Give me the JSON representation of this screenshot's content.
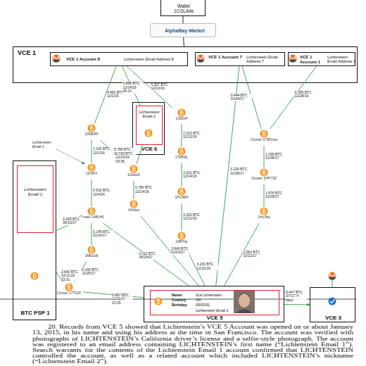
{
  "diagram": {
    "caption": "20. Records from VCE 5 showed that Lichtenstein’s VCE 5 Account was opened on or about January 13, 2015, in his name and using his address at the time in San Francisco. The account was verified with photographs of LICHTENSTEIN’s California driver’s license and a selfie-style photograph. The account was registered to an email address containing LICHTENSTEIN’s first name (“Lichtenstein Email 1”). Search warrants for the contents of the Lichtenstein Email 1 account confirmed that LICHTENSTEIN controlled the account, as well as a related account which included LICHTENSTEIN’s nickname (“Lichtenstein Email 2”).",
    "nodes": [
      {
        "text": [
          "Wallet 1CGLA4s"
        ]
      },
      {
        "text": [
          "AlphaBay Market"
        ]
      },
      {
        "text": [
          "VCE 1"
        ]
      },
      {
        "text": [
          "VCE 1 Account 8",
          "Lichtenstein Email Address 8"
        ],
        "in": 2
      },
      {
        "text": [
          "VCE 1 Account 7",
          "Lichtenstein Email Address 7"
        ],
        "in": 2
      },
      {
        "text": [
          "VCE 1 Account 1",
          "Lichtenstein Email Address 1"
        ],
        "in": 2
      },
      {
        "text": [
          "VCE 6"
        ]
      },
      {
        "text": [
          "Lichtenstein Email 2"
        ],
        "in": 6
      },
      {
        "text": [
          "12DE4N"
        ]
      },
      {
        "text": [
          "1J9SeP"
        ]
      },
      {
        "text": [
          "Cluster 17WGsw"
        ]
      },
      {
        "text": [
          "17Wh9L"
        ]
      },
      {
        "text": [
          "13rSFh"
        ]
      },
      {
        "text": [
          "1GkbeZ"
        ]
      },
      {
        "text": [
          "Cluster 1HPY5Z"
        ]
      },
      {
        "text": [
          "1PLH6H"
        ]
      },
      {
        "text": [
          "1KbIpe"
        ]
      },
      {
        "text": [
          "BTC PSP 1"
        ]
      },
      {
        "text": [
          "Lichtenstein Email 1"
        ],
        "in": 17
      },
      {
        "text": [
          "Cluster 148LH5"
        ]
      },
      {
        "text": [
          "1HvJbq"
        ]
      },
      {
        "text": [
          "1MFTip"
        ]
      },
      {
        "text": [
          "1MbGdb"
        ]
      },
      {
        "text": [
          "Cluster 17T32F"
        ]
      },
      {
        "text": [
          "VCE 5"
        ]
      },
      {
        "text": [
          "Name:",
          "Country:",
          "Birthday:",
          "Ilya Lichtenstein",
          "US",
          "05/03/91",
          "Lichtenstein Email 1"
        ],
        "in": 24
      },
      {
        "text": [
          "VCE 3"
        ]
      }
    ],
    "edges": [
      {
        "from": 0,
        "to": 1,
        "arrow": "none"
      },
      {
        "from": 1,
        "to": 2,
        "arrow": "none"
      },
      {
        "from": 3,
        "to": 8,
        "arrow": "none",
        "label": "4.462 BTC 12/1/16"
      },
      {
        "from": 8,
        "to": 12,
        "arrow": "none",
        "label": "1.142 BTC 12/1/16"
      },
      {
        "from": 8,
        "to": 13,
        "arrow": "none",
        "label": "5.758 BTC 12/1/16"
      },
      {
        "from": 3,
        "to": 7,
        "arrow": "none",
        "label": "1.666 BTC 12/14/16 06:13"
      },
      {
        "from": 13,
        "to": 7,
        "arrow": "none",
        "label": "0.733 BTC 12/14/16 06:35"
      },
      {
        "from": 3,
        "to": 9,
        "arrow": "none",
        "label": "5.307 BTC 12/13/16"
      },
      {
        "from": 9,
        "to": 11,
        "arrow": "none",
        "label": "2.103 BTC 12/13/16"
      },
      {
        "from": 11,
        "to": 15,
        "arrow": "none",
        "label": "3.201 BTC 12/14/16"
      },
      {
        "from": 15,
        "to": 21,
        "arrow": "none",
        "label": "3.200 BTC 12/21/16"
      },
      {
        "from": 21,
        "to": 24,
        "arrow": "none",
        "label": "3.200 BTC 12/22/16"
      },
      {
        "from": 12,
        "to": 19,
        "arrow": "none",
        "label": "0.632 BTC 12/4/16"
      },
      {
        "from": 19,
        "to": 17,
        "arrow": "none",
        "label": "0.428 BTC 06/13/17"
      },
      {
        "from": 19,
        "to": 22,
        "arrow": "none",
        "label": "0.149 BTC 01/14/17"
      },
      {
        "from": 22,
        "to": 23,
        "arrow": "none",
        "label": "0.146 BTC 01/25/17"
      },
      {
        "from": 13,
        "to": 16,
        "arrow": "none",
        "label": "0.780 BTC 12/14/16"
      },
      {
        "from": 16,
        "to": 24,
        "arrow": "none",
        "label": "3.649 BTC 01/03/17"
      },
      {
        "from": 19,
        "to": 24,
        "arrow": "none",
        "label": "0.112 BTC 06/24/17"
      },
      {
        "from": 17,
        "to": 23,
        "arrow": "none",
        "label": "2.640 BTC 12/11/16 23:31"
      },
      {
        "from": 23,
        "to": 24,
        "arrow": "none",
        "label": "0.457 BTC 12/11/17 23:25"
      },
      {
        "from": 4,
        "to": 10,
        "arrow": "none",
        "label": "0.444 BTC 01/04/17"
      },
      {
        "from": 5,
        "to": 10,
        "arrow": "none",
        "label": "6.285 BTC 12/28/16"
      },
      {
        "from": 10,
        "to": 14,
        "arrow": "none",
        "label": "1.099 BTC 01/06/17"
      },
      {
        "from": 14,
        "to": 20,
        "arrow": "none",
        "label": "1.676 BTC 01/09/17"
      },
      {
        "from": 20,
        "to": 24,
        "arrow": "none",
        "label": "1.582 BTC 02/22/17"
      },
      {
        "from": 4,
        "to": 24,
        "arrow": "none",
        "label": "0.226 BTC 01/08/17"
      },
      {
        "from": 24,
        "to": 26,
        "arrow": "to",
        "label": "8.447 BTC 3/7/17 4 days"
      }
    ],
    "labels": [
      "Lichtenstein Email 1"
    ]
  }
}
